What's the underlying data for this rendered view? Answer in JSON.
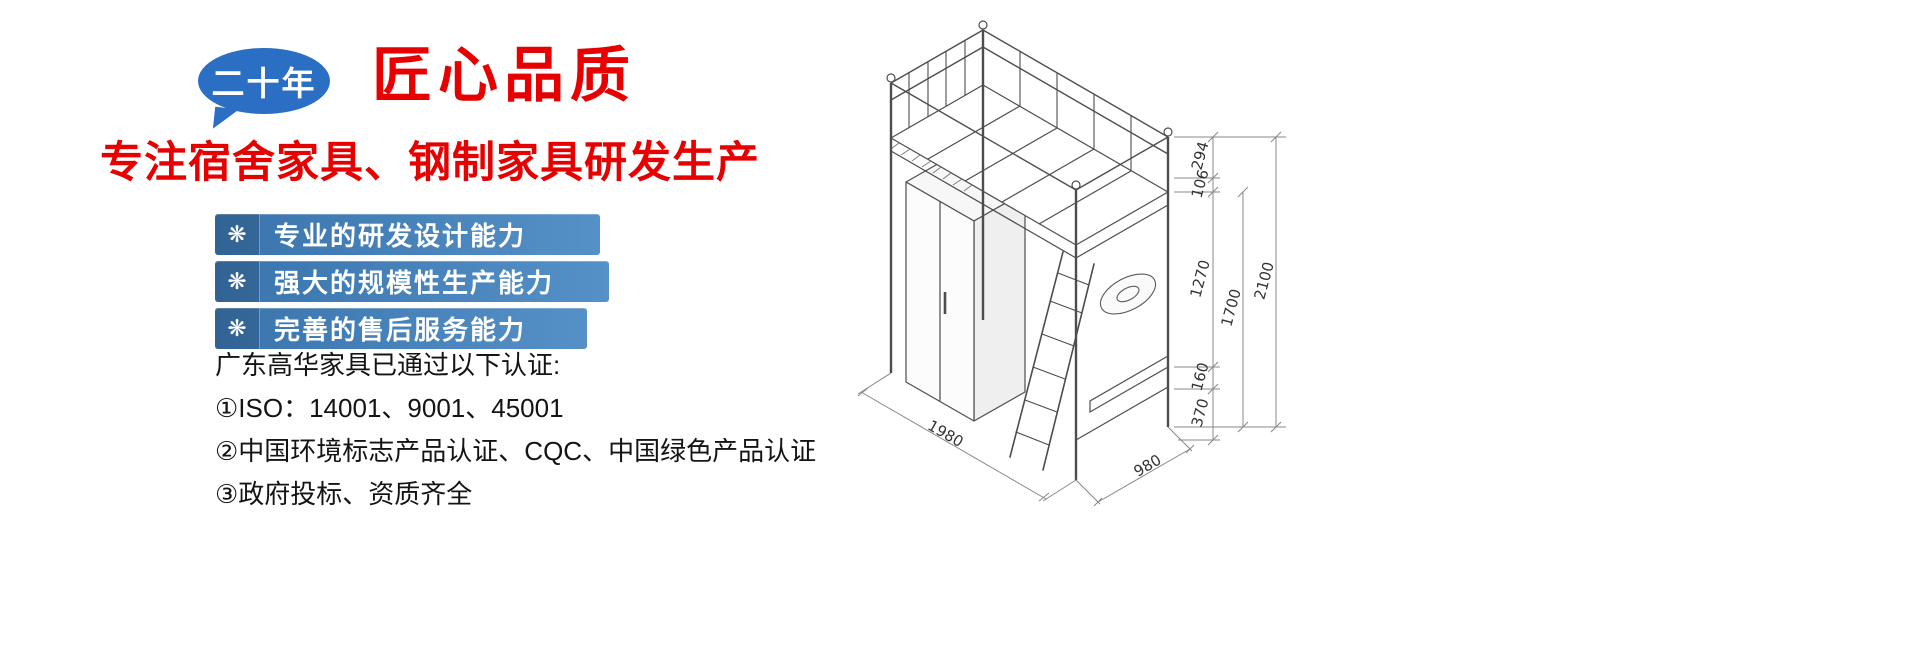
{
  "page": {
    "background": "#ffffff"
  },
  "promo": {
    "badge": "二十年",
    "headline": "匠心品质",
    "subheadline": "专注宿舍家具、钢制家具研发生产",
    "feature_icon": "❋",
    "features": [
      {
        "label": "专业的研发设计能力"
      },
      {
        "label": "强大的规模性生产能力"
      },
      {
        "label": "完善的售后服务能力"
      }
    ],
    "cert_intro": "广东高华家具已通过以下认证:",
    "certs": [
      "①ISO：14001、9001、45001",
      "②中国环境标志产品认证、CQC、中国绿色产品认证",
      "③政府投标、资质齐全"
    ],
    "colors": {
      "brand_red": "#e60000",
      "bubble_blue": "#2a6fc4",
      "bar_blue_dark": "#3a74ad",
      "bar_blue_light": "#5590c7"
    }
  },
  "diagram": {
    "dims": {
      "d294": "294",
      "d106": "106",
      "d1270": "1270",
      "d160": "160",
      "d370": "370",
      "d1700": "1700",
      "d2100": "2100",
      "d1980": "1980",
      "d980": "980"
    }
  }
}
